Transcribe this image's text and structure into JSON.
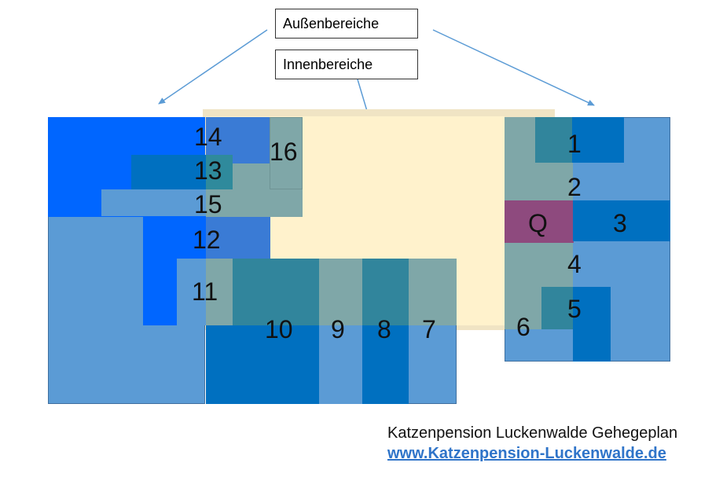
{
  "labels": {
    "outside": "Außenbereiche",
    "inside": "Innenbereiche"
  },
  "enclosures": {
    "e1": "1",
    "e2": "2",
    "e3": "3",
    "e4": "4",
    "e5": "5",
    "e6": "6",
    "e7": "7",
    "e8": "8",
    "e9": "9",
    "e10": "10",
    "e11": "11",
    "e12": "12",
    "e13": "13",
    "e14": "14",
    "e15": "15",
    "e16": "16",
    "q": "Q"
  },
  "footer": {
    "title": "Katzenpension Luckenwalde Gehegeplan",
    "url": "www.Katzenpension-Luckenwalde.de"
  },
  "colors": {
    "mid_blue": "#5b9bd5",
    "bright_blue": "#0066ff",
    "dark_blue": "#0070c0",
    "teal": "#31859c",
    "grey_teal": "#7fa7a8",
    "inside_yellow": "#fff2cc",
    "quarantine": "#8e4a7e",
    "arrow": "#5b9bd5"
  }
}
